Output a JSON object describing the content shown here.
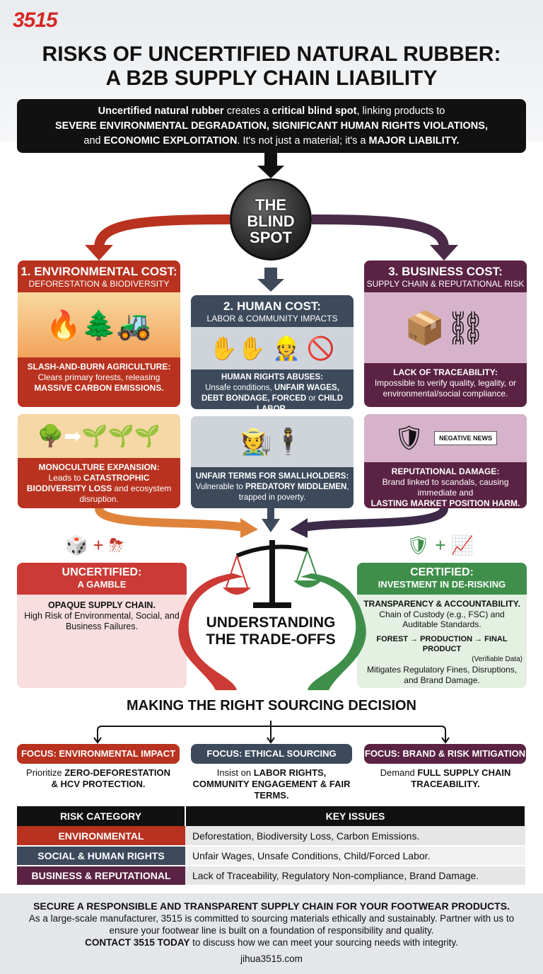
{
  "logo": "3515",
  "title": [
    "RISKS OF UNCERTIFIED NATURAL RUBBER:",
    "A B2B SUPPLY CHAIN LIABILITY"
  ],
  "intro": {
    "p1": "Uncertified natural rubber",
    "p2": " creates a ",
    "p3": "critical blind spot",
    "p4": ", linking products to",
    "p5": "SEVERE ENVIRONMENTAL DEGRADATION, SIGNIFICANT HUMAN RIGHTS VIOLATIONS,",
    "p6": "and ",
    "p7": "ECONOMIC EXPLOITATION",
    "p8": ". It's not just a material; it's a ",
    "p9": "MAJOR LIABILITY."
  },
  "blind_spot": "THE BLIND SPOT",
  "cards": {
    "env": {
      "title": "1. ENVIRONMENTAL COST:",
      "sub": "DEFORESTATION & BIODIVERSITY",
      "t1_head": "SLASH-AND-BURN AGRICULTURE:",
      "t1_a": "Clears primary forests, releasing",
      "t1_b": "MASSIVE CARBON EMISSIONS.",
      "t2_head": "MONOCULTURE EXPANSION:",
      "t2_a": "Leads to ",
      "t2_b": "CATASTROPHIC BIODIVERSITY LOSS",
      "t2_c": " and ecosystem disruption."
    },
    "human": {
      "title": "2. HUMAN COST:",
      "sub": "LABOR & COMMUNITY IMPACTS",
      "t1_head": "HUMAN RIGHTS ABUSES:",
      "t1_a": "Unsafe conditions, ",
      "t1_b": "UNFAIR WAGES,",
      "t1_c": "DEBT BONDAGE, FORCED",
      "t1_d": " or ",
      "t1_e": "CHILD LABOR.",
      "t2_head": "UNFAIR TERMS FOR SMALLHOLDERS:",
      "t2_a": "Vulnerable to ",
      "t2_b": "PREDATORY MIDDLEMEN",
      "t2_c": ", trapped in poverty."
    },
    "business": {
      "title": "3. BUSINESS COST:",
      "sub": "SUPPLY CHAIN & REPUTATIONAL RISK",
      "t1_head": "LACK OF TRACEABILITY:",
      "t1_a": "Impossible to verify quality, legality, or environmental/social compliance.",
      "news": "NEGATIVE NEWS",
      "t2_head": "REPUTATIONAL DAMAGE:",
      "t2_a": "Brand linked to scandals, causing immediate and",
      "t2_b": "LASTING MARKET POSITION HARM."
    }
  },
  "tradeoff": {
    "center": [
      "UNDERSTANDING",
      "THE TRADE-OFFS"
    ],
    "uncert": {
      "title": "UNCERTIFIED:",
      "sub": "A GAMBLE",
      "head": "OPAQUE SUPPLY CHAIN.",
      "body": "High Risk of Environmental, Social, and Business Failures."
    },
    "cert": {
      "title": "CERTIFIED:",
      "sub": "INVESTMENT IN DE-RISKING",
      "head": "TRANSPARENCY & ACCOUNTABILITY.",
      "body": "Chain of Custody (e.g., FSC) and Auditable Standards.",
      "flow": "FOREST → PRODUCTION → FINAL PRODUCT",
      "flow_note": "(Verifiable Data)",
      "mitigate": "Mitigates Regulatory Fines, Disruptions, and Brand Damage."
    }
  },
  "decision": {
    "title": "MAKING THE RIGHT SOURCING DECISION",
    "focus": [
      {
        "label": "FOCUS: ENVIRONMENTAL IMPACT",
        "a": "Prioritize ",
        "b": "ZERO-DEFORESTATION & HCV PROTECTION."
      },
      {
        "label": "FOCUS: ETHICAL SOURCING",
        "a": "Insist on ",
        "b": "LABOR RIGHTS, COMMUNITY ENGAGEMENT & FAIR TERMS."
      },
      {
        "label": "FOCUS: BRAND & RISK MITIGATION",
        "a": "Demand ",
        "b": "FULL SUPPLY CHAIN TRACEABILITY."
      }
    ]
  },
  "table": {
    "headers": [
      "RISK CATEGORY",
      "KEY ISSUES"
    ],
    "rows": [
      {
        "cat": "ENVIRONMENTAL",
        "issues": "Deforestation, Biodiversity Loss, Carbon Emissions."
      },
      {
        "cat": "SOCIAL & HUMAN RIGHTS",
        "issues": "Unfair Wages, Unsafe Conditions, Child/Forced Labor."
      },
      {
        "cat": "BUSINESS & REPUTATIONAL",
        "issues": "Lack of Traceability, Regulatory Non-compliance, Brand Damage."
      }
    ]
  },
  "footer": {
    "head": "SECURE A RESPONSIBLE AND TRANSPARENT SUPPLY CHAIN FOR YOUR FOOTWEAR PRODUCTS.",
    "body": "As a large-scale manufacturer, 3515 is committed to sourcing materials ethically and sustainably. Partner with us to ensure your footwear line is built on a foundation of responsibility and quality.",
    "cta_bold": "CONTACT 3515 TODAY",
    "cta_rest": " to discuss how we can meet your sourcing needs with integrity.",
    "url": "jihua3515.com"
  },
  "colors": {
    "red": "#b8321f",
    "slate": "#3c4a5b",
    "plum": "#5b2343",
    "green": "#3f8f4a",
    "brand": "#d62828"
  }
}
